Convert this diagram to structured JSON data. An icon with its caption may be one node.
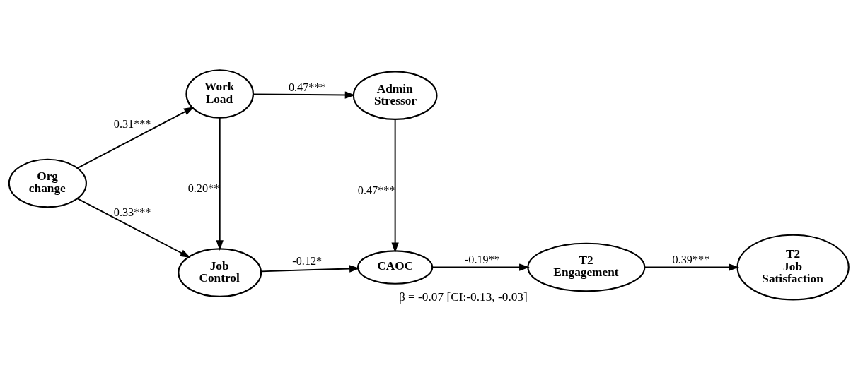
{
  "diagram": {
    "nodes": [
      {
        "text": [
          "Org change"
        ]
      },
      {
        "text": [
          "Work Load"
        ]
      },
      {
        "text": [
          "Admin Stressor"
        ]
      },
      {
        "text": [
          "Job Control"
        ]
      },
      {
        "text": [
          "CAOC"
        ]
      },
      {
        "text": [
          "T2 Engagement"
        ],
        "beside": [
          "β = -0.07 [CI:-0.13, -0.03]"
        ]
      },
      {
        "text": [
          "T2 Job Satisfaction"
        ]
      }
    ],
    "edges": [
      {
        "from": 0,
        "to": 1,
        "arrow": "to",
        "label": "0.31***"
      },
      {
        "from": 0,
        "to": 3,
        "arrow": "to",
        "label": "0.33***"
      },
      {
        "from": 1,
        "to": 2,
        "arrow": "to",
        "label": "0.47***"
      },
      {
        "from": 1,
        "to": 3,
        "arrow": "to",
        "label": "0.20**"
      },
      {
        "from": 2,
        "to": 4,
        "arrow": "to",
        "label": "0.47***"
      },
      {
        "from": 3,
        "to": 4,
        "arrow": "to",
        "label": "-0.12*"
      },
      {
        "from": 4,
        "to": 5,
        "arrow": "to",
        "label": "-0.19**"
      },
      {
        "from": 5,
        "to": 6,
        "arrow": "to",
        "label": "0.39***"
      }
    ]
  }
}
